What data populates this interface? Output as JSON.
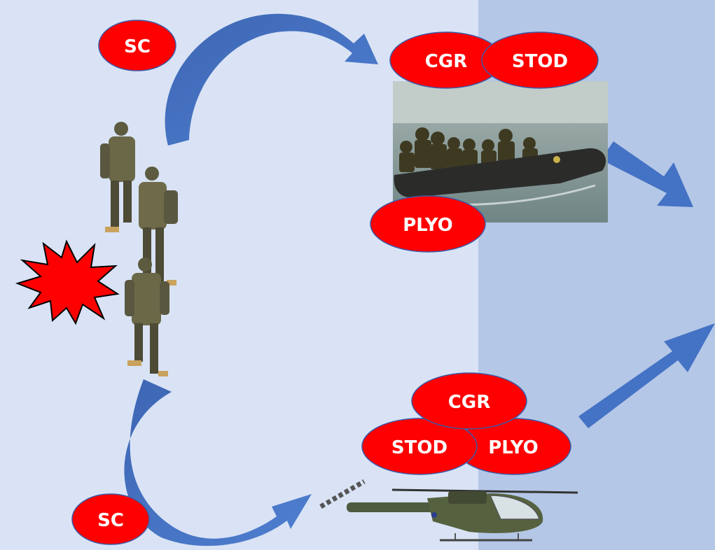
{
  "labels": {
    "sc_top": "SC",
    "sc_bottom": "SC",
    "boat_cgr": "CGR",
    "boat_stod": "STOD",
    "boat_plyo": "PLYO",
    "heli_cgr": "CGR",
    "heli_stod": "STOD",
    "heli_plyo": "PLYO"
  },
  "icons": {
    "soldiers": "soldiers-group-icon",
    "explosion": "explosion-burst-icon",
    "boat": "inflatable-boat-photo",
    "helicopter": "helicopter-icon"
  },
  "colors": {
    "background_left": "#d9e3f5",
    "background_right": "#b4c7e7",
    "ellipse_fill": "#ff0000",
    "ellipse_stroke": "#3b5aa6",
    "arrow": "#4472c4",
    "burst": "#ff0000"
  }
}
